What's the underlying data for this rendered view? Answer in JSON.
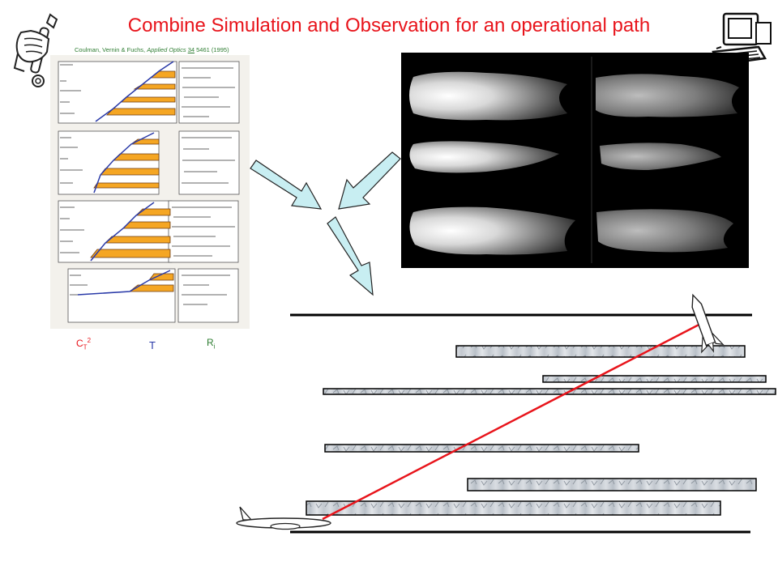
{
  "title": "Combine Simulation and Observation for an operational path",
  "citation": {
    "authors": "Coulman, Vernin & Fuchs,",
    "journal": "Applied Optics",
    "volume": "34",
    "page_year": "5461 (1995)"
  },
  "profile_labels": {
    "ct_base": "C",
    "ct_sub": "T",
    "ct_sup": "2",
    "temperature": "T",
    "ri_base": "R",
    "ri_sub": "i"
  },
  "icons": [
    "wrench-hand-icon",
    "computer-icon",
    "airplane-icon",
    "rocket-icon"
  ],
  "colors": {
    "title": "#e8141b",
    "citation": "#2e7d32",
    "beam_path": "#e8141b",
    "arrow_fill": "#c8eef2",
    "layer_fill": "#f5a623"
  }
}
